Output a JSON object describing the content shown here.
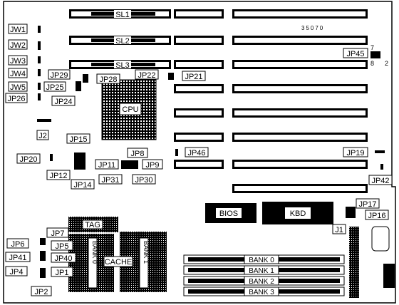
{
  "board_id": "35070",
  "slot_labels": {
    "sl1": "SL1",
    "sl2": "SL2",
    "sl3": "SL3"
  },
  "chips": {
    "cpu": "CPU",
    "bios": "BIOS",
    "kbd": "KBD",
    "tag": "TAG",
    "cache": "CACHE"
  },
  "cache_banks": {
    "left": "BANK 0",
    "right": "BANK 1"
  },
  "simm_banks": [
    "BANK 0",
    "BANK 1",
    "BANK 2",
    "BANK 3"
  ],
  "jumpers": {
    "jw1": "JW1",
    "jw2": "JW2",
    "jw3": "JW3",
    "jw4": "JW4",
    "jw5": "JW5",
    "jp26": "JP26",
    "jp29": "JP29",
    "jp28": "JP28",
    "jp25": "JP25",
    "jp24": "JP24",
    "jp22": "JP22",
    "jp21": "JP21",
    "j2": "J2",
    "jp20": "JP20",
    "jp15": "JP15",
    "jp12": "JP12",
    "jp14": "JP14",
    "jp11": "JP11",
    "jp8": "JP8",
    "jp9": "JP9",
    "jp31": "JP31",
    "jp30": "JP30",
    "jp46": "JP46",
    "jp45": "JP45",
    "jp19": "JP19",
    "jp42": "JP42",
    "jp17": "JP17",
    "jp16": "JP16",
    "j1": "J1",
    "jp7": "JP7",
    "jp6": "JP6",
    "jp5": "JP5",
    "jp41": "JP41",
    "jp40": "JP40",
    "jp4": "JP4",
    "jp1": "JP1",
    "jp2": "JP2"
  },
  "pin_marks": {
    "p7": "7",
    "p8": "8",
    "p2": "2"
  }
}
